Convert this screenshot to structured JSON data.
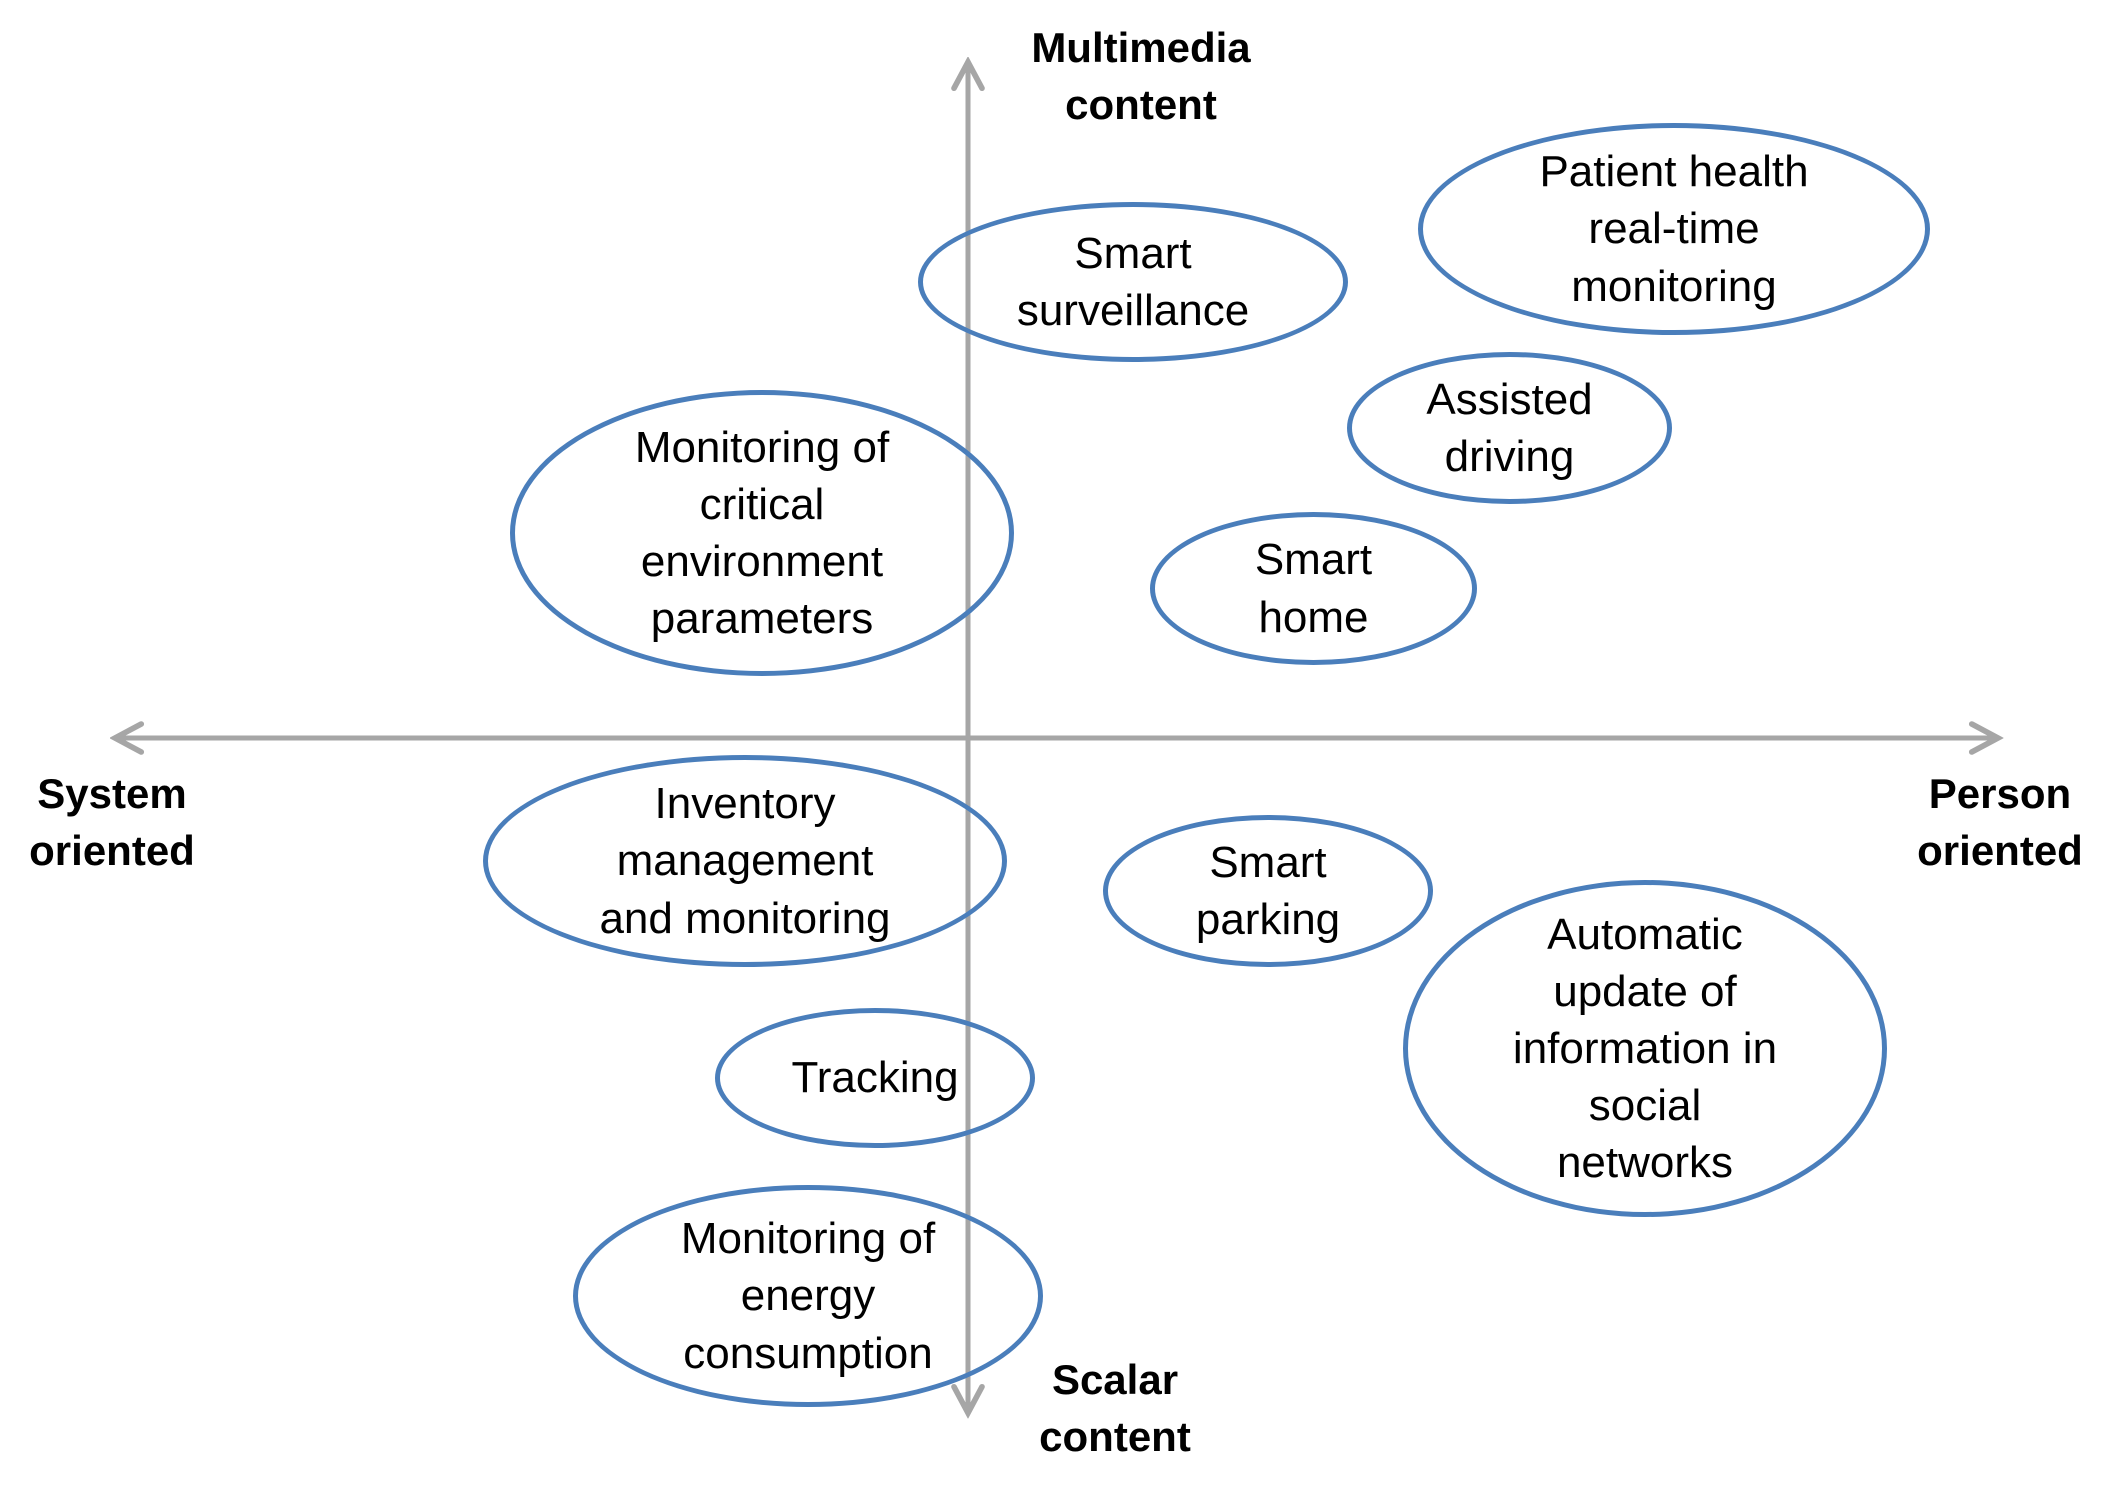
{
  "colors": {
    "background": "#ffffff",
    "ellipse": "#4a7ebb",
    "axis": "#a6a6a6",
    "text": "#000000"
  },
  "axis_labels": {
    "top": "Multimedia\ncontent",
    "bottom": "Scalar\ncontent",
    "left": "System\noriented",
    "right": "Person\noriented"
  },
  "bubbles": [
    {
      "id": "smart-surveillance",
      "label": "Smart\nsurveillance"
    },
    {
      "id": "patient-health-monitoring",
      "label": "Patient health\nreal-time\nmonitoring"
    },
    {
      "id": "assisted-driving",
      "label": "Assisted\ndriving"
    },
    {
      "id": "smart-home",
      "label": "Smart\nhome"
    },
    {
      "id": "monitoring-critical-environment",
      "label": "Monitoring of\ncritical\nenvironment\nparameters"
    },
    {
      "id": "inventory-management",
      "label": "Inventory\nmanagement\nand monitoring"
    },
    {
      "id": "smart-parking",
      "label": "Smart\nparking"
    },
    {
      "id": "automatic-update-social-networks",
      "label": "Automatic\nupdate  of\ninformation in\nsocial\nnetworks"
    },
    {
      "id": "tracking",
      "label": "Tracking"
    },
    {
      "id": "monitoring-energy-consumption",
      "label": "Monitoring of\nenergy\nconsumption"
    }
  ]
}
